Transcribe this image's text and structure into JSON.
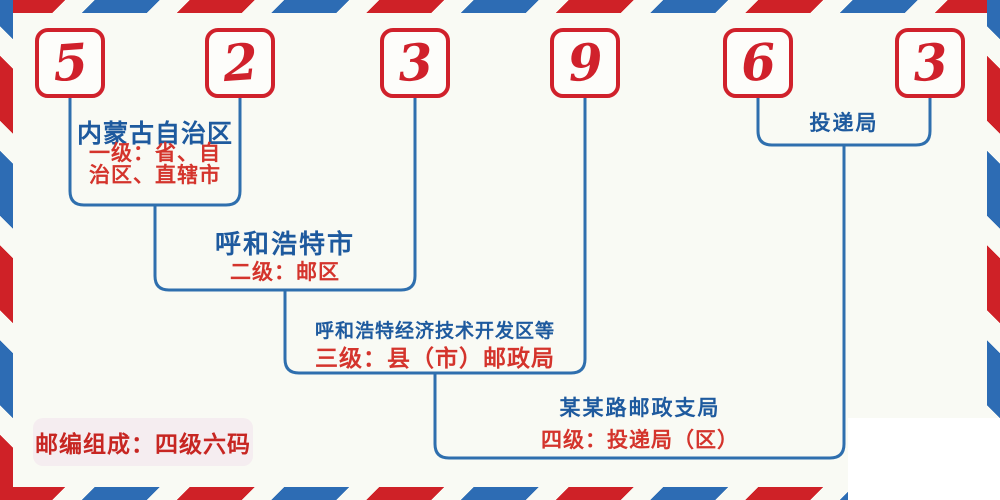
{
  "postal_code": {
    "digits": [
      "5",
      "2",
      "3",
      "9",
      "6",
      "3"
    ]
  },
  "levels": [
    {
      "name": "内蒙古自治区",
      "desc_lines": [
        "一级：省、自",
        "治区、直辖市"
      ]
    },
    {
      "name": "呼和浩特市",
      "desc_lines": [
        "二级：邮区"
      ]
    },
    {
      "name": "呼和浩特经济技术开发区等",
      "desc_lines": [
        "三级：县（市）邮政局"
      ]
    },
    {
      "name": "某某路邮政支局",
      "desc_lines": [
        "四级：投递局（区）"
      ]
    }
  ],
  "delivery_bureau_label": "投递局",
  "footer_note": "邮编组成：四级六码",
  "colors": {
    "background": "#f9faf4",
    "stripe_red": "#cf2127",
    "stripe_blue": "#2d6cb4",
    "connector_blue": "#2f6fae",
    "text_blue": "#1e5a9e",
    "text_red": "#d4342c",
    "digit_red": "#d0212b",
    "pill_background": "#f5edf0",
    "pill_red": "#c72622"
  }
}
